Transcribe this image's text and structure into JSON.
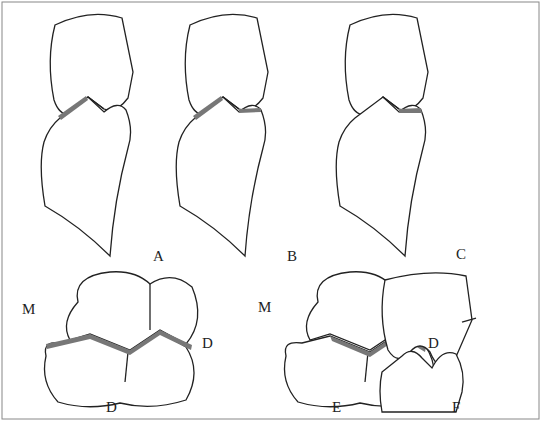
{
  "diagram": {
    "labels": [
      "A",
      "B",
      "C",
      "M",
      "D",
      "D",
      "M",
      "D",
      "E",
      "F"
    ]
  }
}
